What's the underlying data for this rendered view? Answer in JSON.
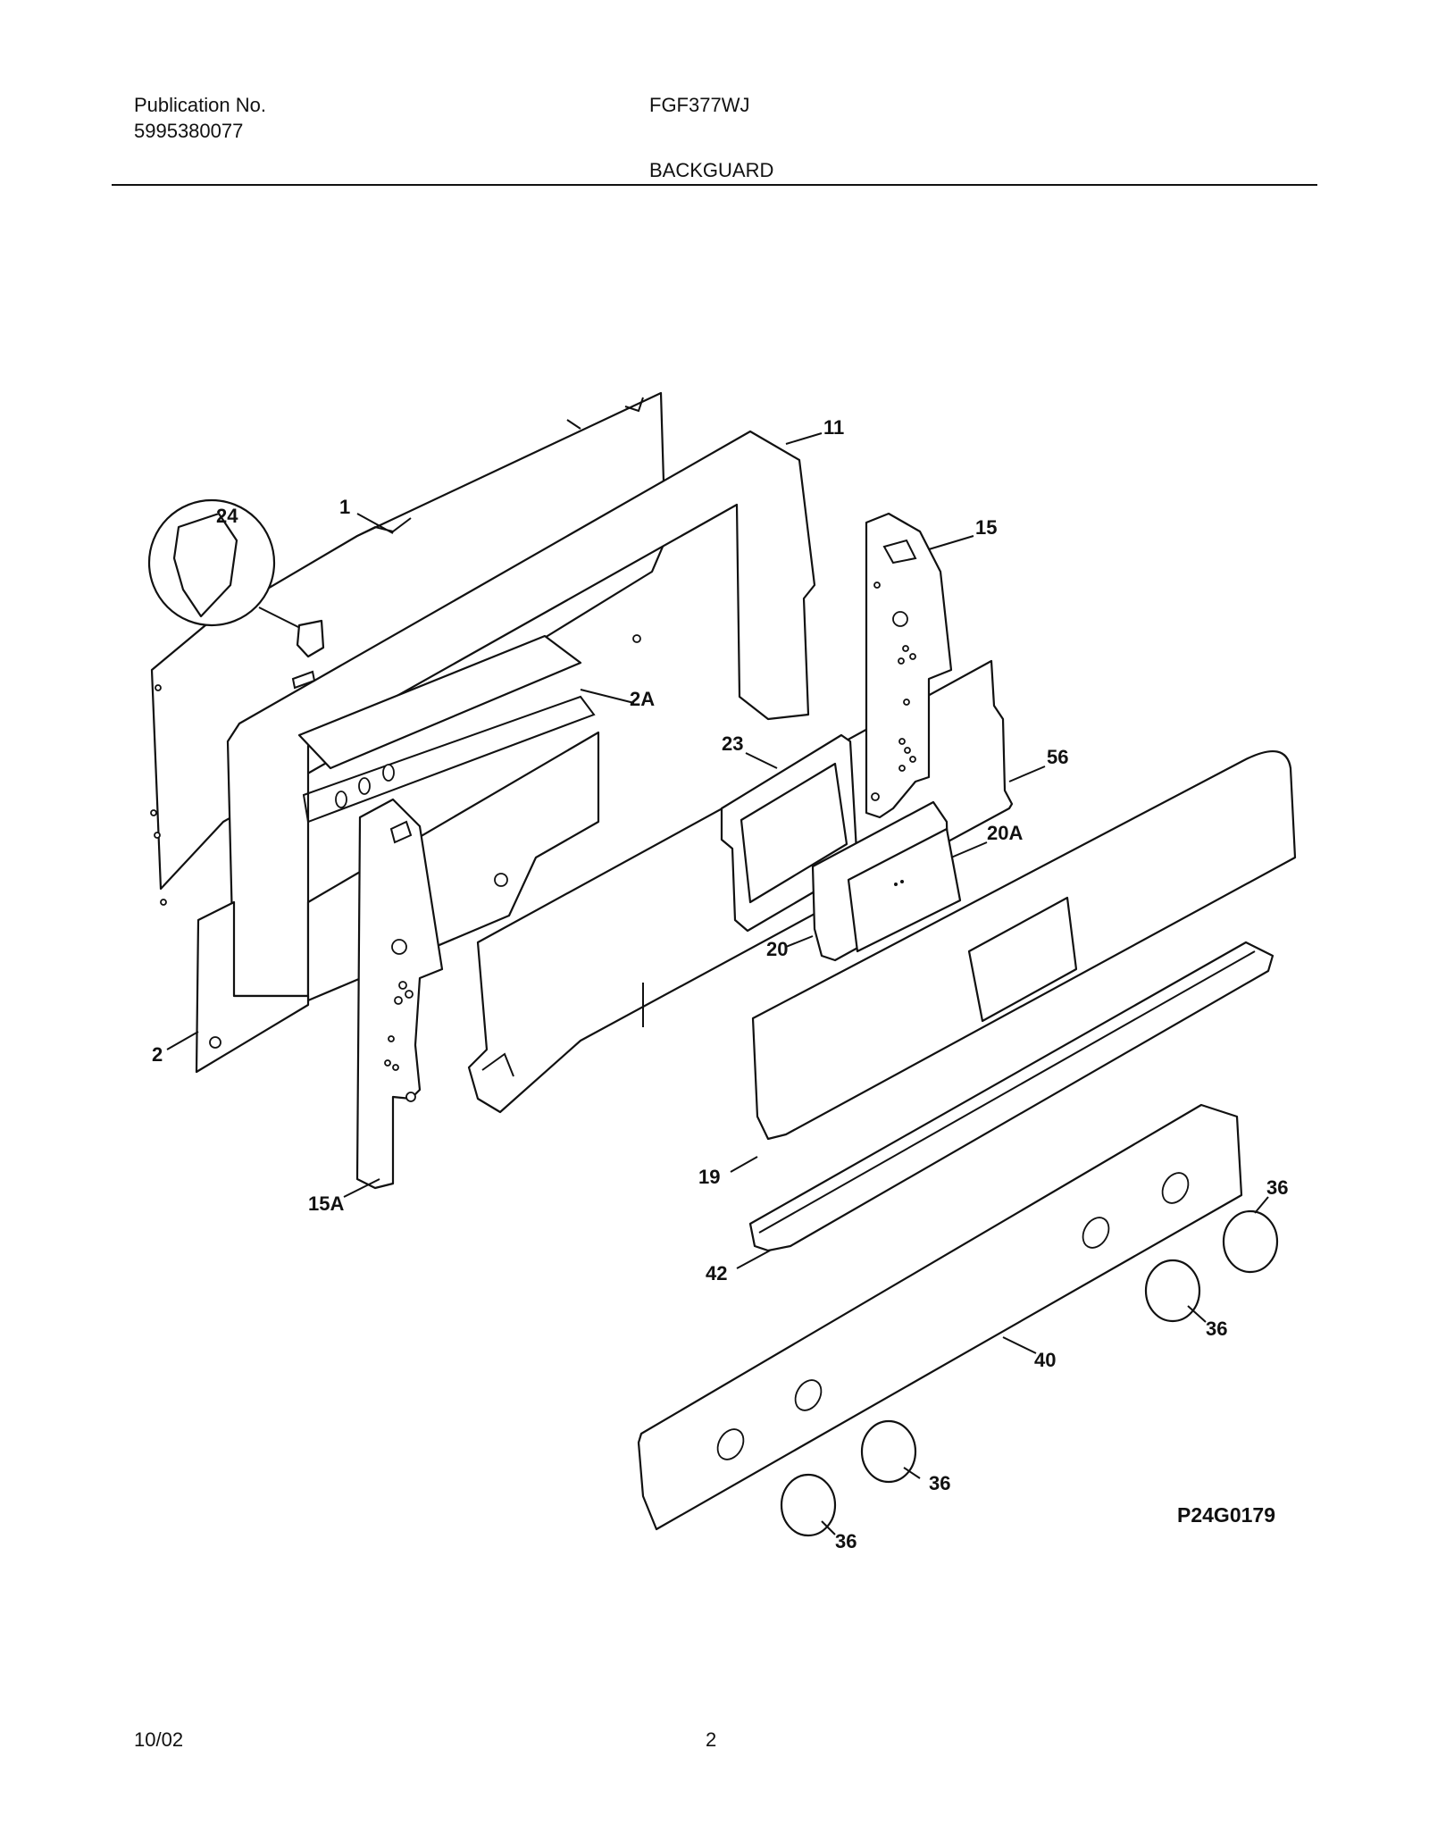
{
  "header": {
    "publication_label": "Publication No.",
    "publication_number": "5995380077",
    "model": "FGF377WJ",
    "section": "BACKGUARD"
  },
  "callouts": {
    "c1": "1",
    "c2": "2",
    "c2a": "2A",
    "c11": "11",
    "c15": "15",
    "c15a": "15A",
    "c19": "19",
    "c20": "20",
    "c20a": "20A",
    "c23": "23",
    "c24": "24",
    "c36": "36",
    "c40": "40",
    "c42": "42",
    "c56": "56"
  },
  "drawing_number": "P24G0179",
  "footer": {
    "date": "10/02",
    "page": "2"
  }
}
